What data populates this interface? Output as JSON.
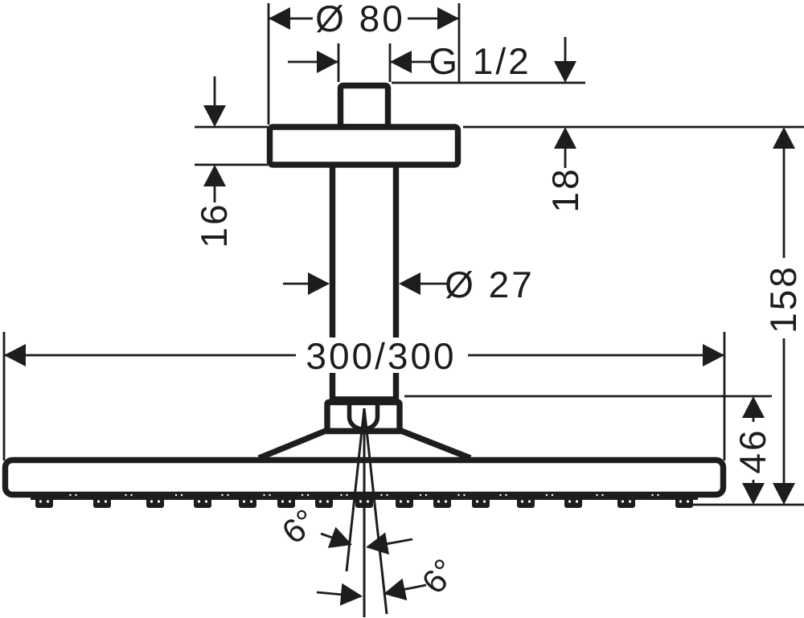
{
  "drawing": {
    "type": "technical-dimension-drawing",
    "subject": "ceiling-mounted overhead shower, side view",
    "background": "#ffffff",
    "line_color": "#1d1d1b",
    "labels": {
      "flange_diameter": "Ø 80",
      "thread_size": "G 1/2",
      "connector_height": "18",
      "flange_thickness": "16",
      "pipe_diameter": "Ø 27",
      "head_size": "300/300",
      "overall_height": "158",
      "head_height": "46",
      "spray_angle_left": "6°",
      "spray_angle_right": "6°"
    },
    "nozzles": {
      "centers": [
        55,
        127,
        193,
        252,
        308,
        356,
        403,
        453,
        503,
        550,
        598,
        654,
        713,
        779,
        851
      ],
      "midpoints": [
        91,
        160,
        222.5,
        280,
        332,
        379.5,
        428,
        478,
        526.5,
        574,
        626,
        683.5,
        746,
        815
      ]
    }
  }
}
